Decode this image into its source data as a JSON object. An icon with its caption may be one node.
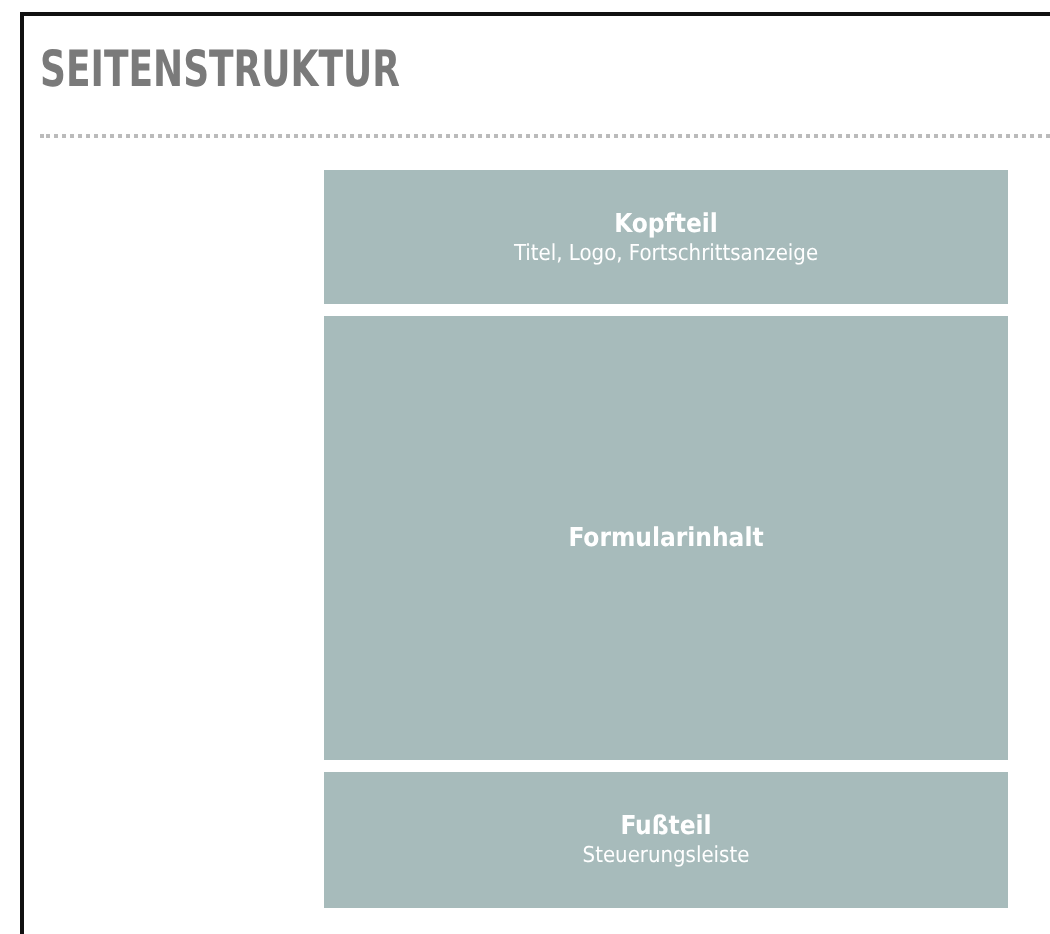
{
  "diagram": {
    "title": "SEITENSTRUKTUR",
    "nodes": [
      {
        "text": [
          "Kopfteil",
          "Titel, Logo, Fortschrittsanzeige"
        ]
      },
      {
        "text": [
          "Formularinhalt"
        ]
      },
      {
        "text": [
          "Fußteil",
          "Steuerungsleiste"
        ]
      }
    ]
  }
}
